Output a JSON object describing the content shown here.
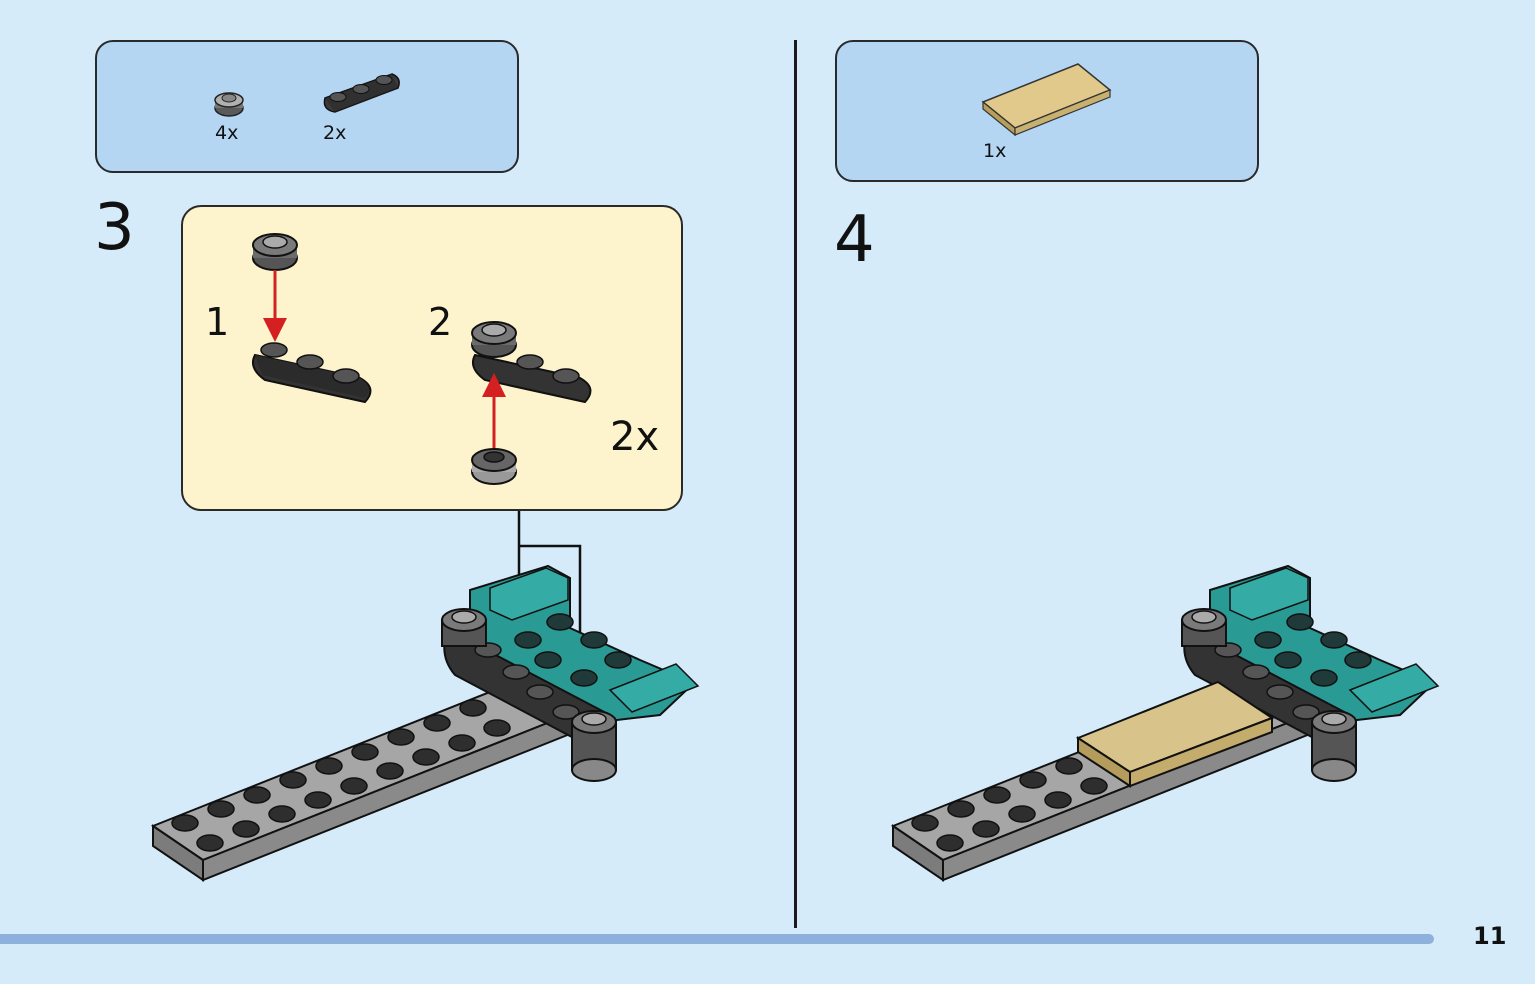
{
  "step3": {
    "number": "3",
    "parts": [
      {
        "name": "round-plate-1x1-dark-gray",
        "qty": "4x"
      },
      {
        "name": "plate-1x3-rounded-black",
        "qty": "2x"
      }
    ],
    "sub_steps": [
      {
        "number": "1"
      },
      {
        "number": "2"
      }
    ],
    "multiplier": "2x"
  },
  "step4": {
    "number": "4",
    "parts": [
      {
        "name": "tile-2x4-tan",
        "qty": "1x"
      }
    ]
  },
  "colors": {
    "background": "#d6ebfa",
    "parts_box": "#b4d6f2",
    "sub_box": "#fdf3cc",
    "teal": "#2a9a94",
    "tan": "#d8c38a",
    "light_gray": "#9a9a9a",
    "dark": "#2e2e2e",
    "arrow_red": "#d42020",
    "progress": "#8db0dc"
  },
  "page": {
    "number": "11"
  }
}
